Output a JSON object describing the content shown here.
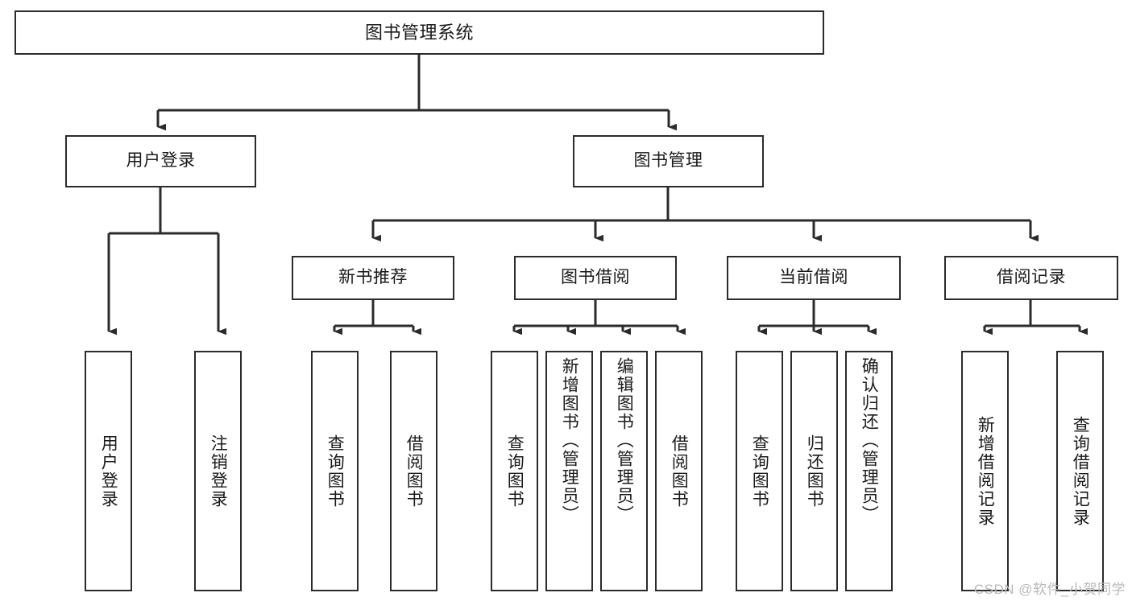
{
  "diagram": {
    "title": "图书管理系统",
    "watermark": "CSDN @软件_小贺同学",
    "colors": {
      "stroke": "#2b2b2b",
      "fill": "#ffffff",
      "text": "#1a1a1a",
      "watermark": "#b9b9b9"
    },
    "levels": {
      "root": "图书管理系统",
      "level2": [
        "用户登录",
        "图书管理"
      ],
      "level3": [
        "新书推荐",
        "图书借阅",
        "当前借阅",
        "借阅记录"
      ]
    },
    "nodes": {
      "root": {
        "label": "图书管理系统"
      },
      "user_login": {
        "label": "用户登录"
      },
      "book_mgmt": {
        "label": "图书管理"
      },
      "new_book_rec": {
        "label": "新书推荐"
      },
      "book_borrow": {
        "label": "图书借阅"
      },
      "current_borrow": {
        "label": "当前借阅"
      },
      "borrow_record": {
        "label": "借阅记录"
      },
      "leaf_user_login": {
        "label": "用户登录"
      },
      "leaf_logout": {
        "label": "注销登录"
      },
      "leaf_query_book_1": {
        "label": "查询图书"
      },
      "leaf_borrow_book_1": {
        "label": "借阅图书"
      },
      "leaf_query_book_2": {
        "label": "查询图书"
      },
      "leaf_add_book": {
        "label": "新增图书（管理员）"
      },
      "leaf_edit_book": {
        "label": "编辑图书（管理员）"
      },
      "leaf_borrow_book_2": {
        "label": "借阅图书"
      },
      "leaf_query_book_3": {
        "label": "查询图书"
      },
      "leaf_return_book": {
        "label": "归还图书"
      },
      "leaf_confirm_return": {
        "label": "确认归还（管理员）"
      },
      "leaf_add_record": {
        "label": "新增借阅记录"
      },
      "leaf_query_record": {
        "label": "查询借阅记录"
      }
    }
  }
}
